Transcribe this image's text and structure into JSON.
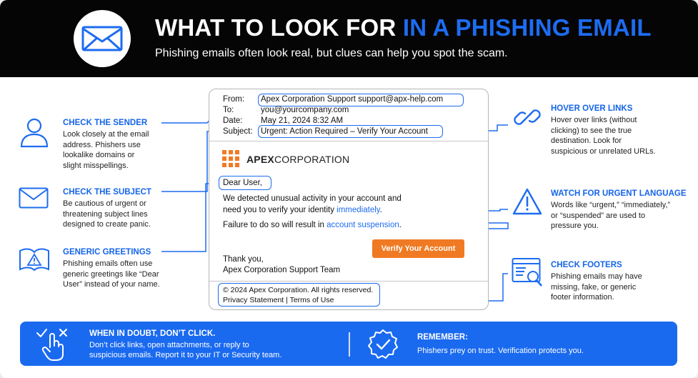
{
  "header": {
    "title_part1": "WHAT TO LOOK FOR",
    "title_part2": "IN A PHISHING EMAIL",
    "subtitle": "Phishing emails often look real, but clues can help you spot the scam."
  },
  "tips_left": [
    {
      "heading": "CHECK THE SENDER",
      "body": [
        "Look closely at the email",
        "address. Phishers use",
        "lookalike domains or",
        "slight misspellings."
      ],
      "icon": "user-icon"
    },
    {
      "heading": "CHECK THE SUBJECT",
      "body": [
        "Be cautious of urgent or",
        "threatening subject lines",
        "designed to create panic."
      ],
      "icon": "envelope-icon"
    },
    {
      "heading": "GENERIC GREETINGS",
      "body": [
        "Phishing emails often use",
        "generic greetings like “Dear",
        "User” instead of your name."
      ],
      "icon": "open-book-warning-icon"
    }
  ],
  "tips_right": [
    {
      "heading": "HOVER OVER LINKS",
      "body": [
        "Hover over links (without",
        "clicking) to see the true",
        "destination. Look for",
        "suspicious or unrelated URLs."
      ],
      "icon": "link-icon"
    },
    {
      "heading": "WATCH FOR URGENT LANGUAGE",
      "body": [
        "Words like “urgent,” “immediately,”",
        "or “suspended” are used to",
        "pressure you."
      ],
      "icon": "warning-triangle-icon"
    },
    {
      "heading": "CHECK FOOTERS",
      "body": [
        "Phishing emails may have",
        "missing, fake, or generic",
        "footer information."
      ],
      "icon": "document-search-icon"
    }
  ],
  "email": {
    "labels": {
      "from": "From:",
      "to": "To:",
      "date": "Date:",
      "subject": "Subject:"
    },
    "from": "Apex Corporation Support support@apx-help.com",
    "to": "you@yourcompany.com",
    "date": "May 21, 2024  8:32 AM",
    "subject": "Urgent: Action Required – Verify Your Account",
    "brand_bold": "APEX",
    "brand_rest": "CORPORATION",
    "greeting": "Dear User,",
    "line1": "We detected unusual activity in your account and",
    "line2_prefix": "need you to verify your identity ",
    "line2_link": "immediately",
    "line2_suffix": ".",
    "line3_prefix": "Failure to do so will result in ",
    "line3_link": "account suspension",
    "line3_suffix": ".",
    "button": "Verify Your Account",
    "signoff1": "Thank you,",
    "signoff2": "Apex Corporation Support Team",
    "footer1": "© 2024 Apex Corporation. All rights reserved.",
    "footer2": "Privacy Statement | Terms of Use"
  },
  "bottom": {
    "left_heading": "WHEN IN DOUBT, DON’T CLICK.",
    "left_body1": "Don’t click links, open attachments, or reply to",
    "left_body2": "suspicious emails. Report it to your IT or Security team.",
    "right_heading": "REMEMBER:",
    "right_body": "Phishers prey on trust. Verification protects you."
  },
  "colors": {
    "accent": "#1d6cf0",
    "header_bg": "#050505",
    "button": "#f07a23",
    "bottom_bar": "#1a6af0"
  }
}
